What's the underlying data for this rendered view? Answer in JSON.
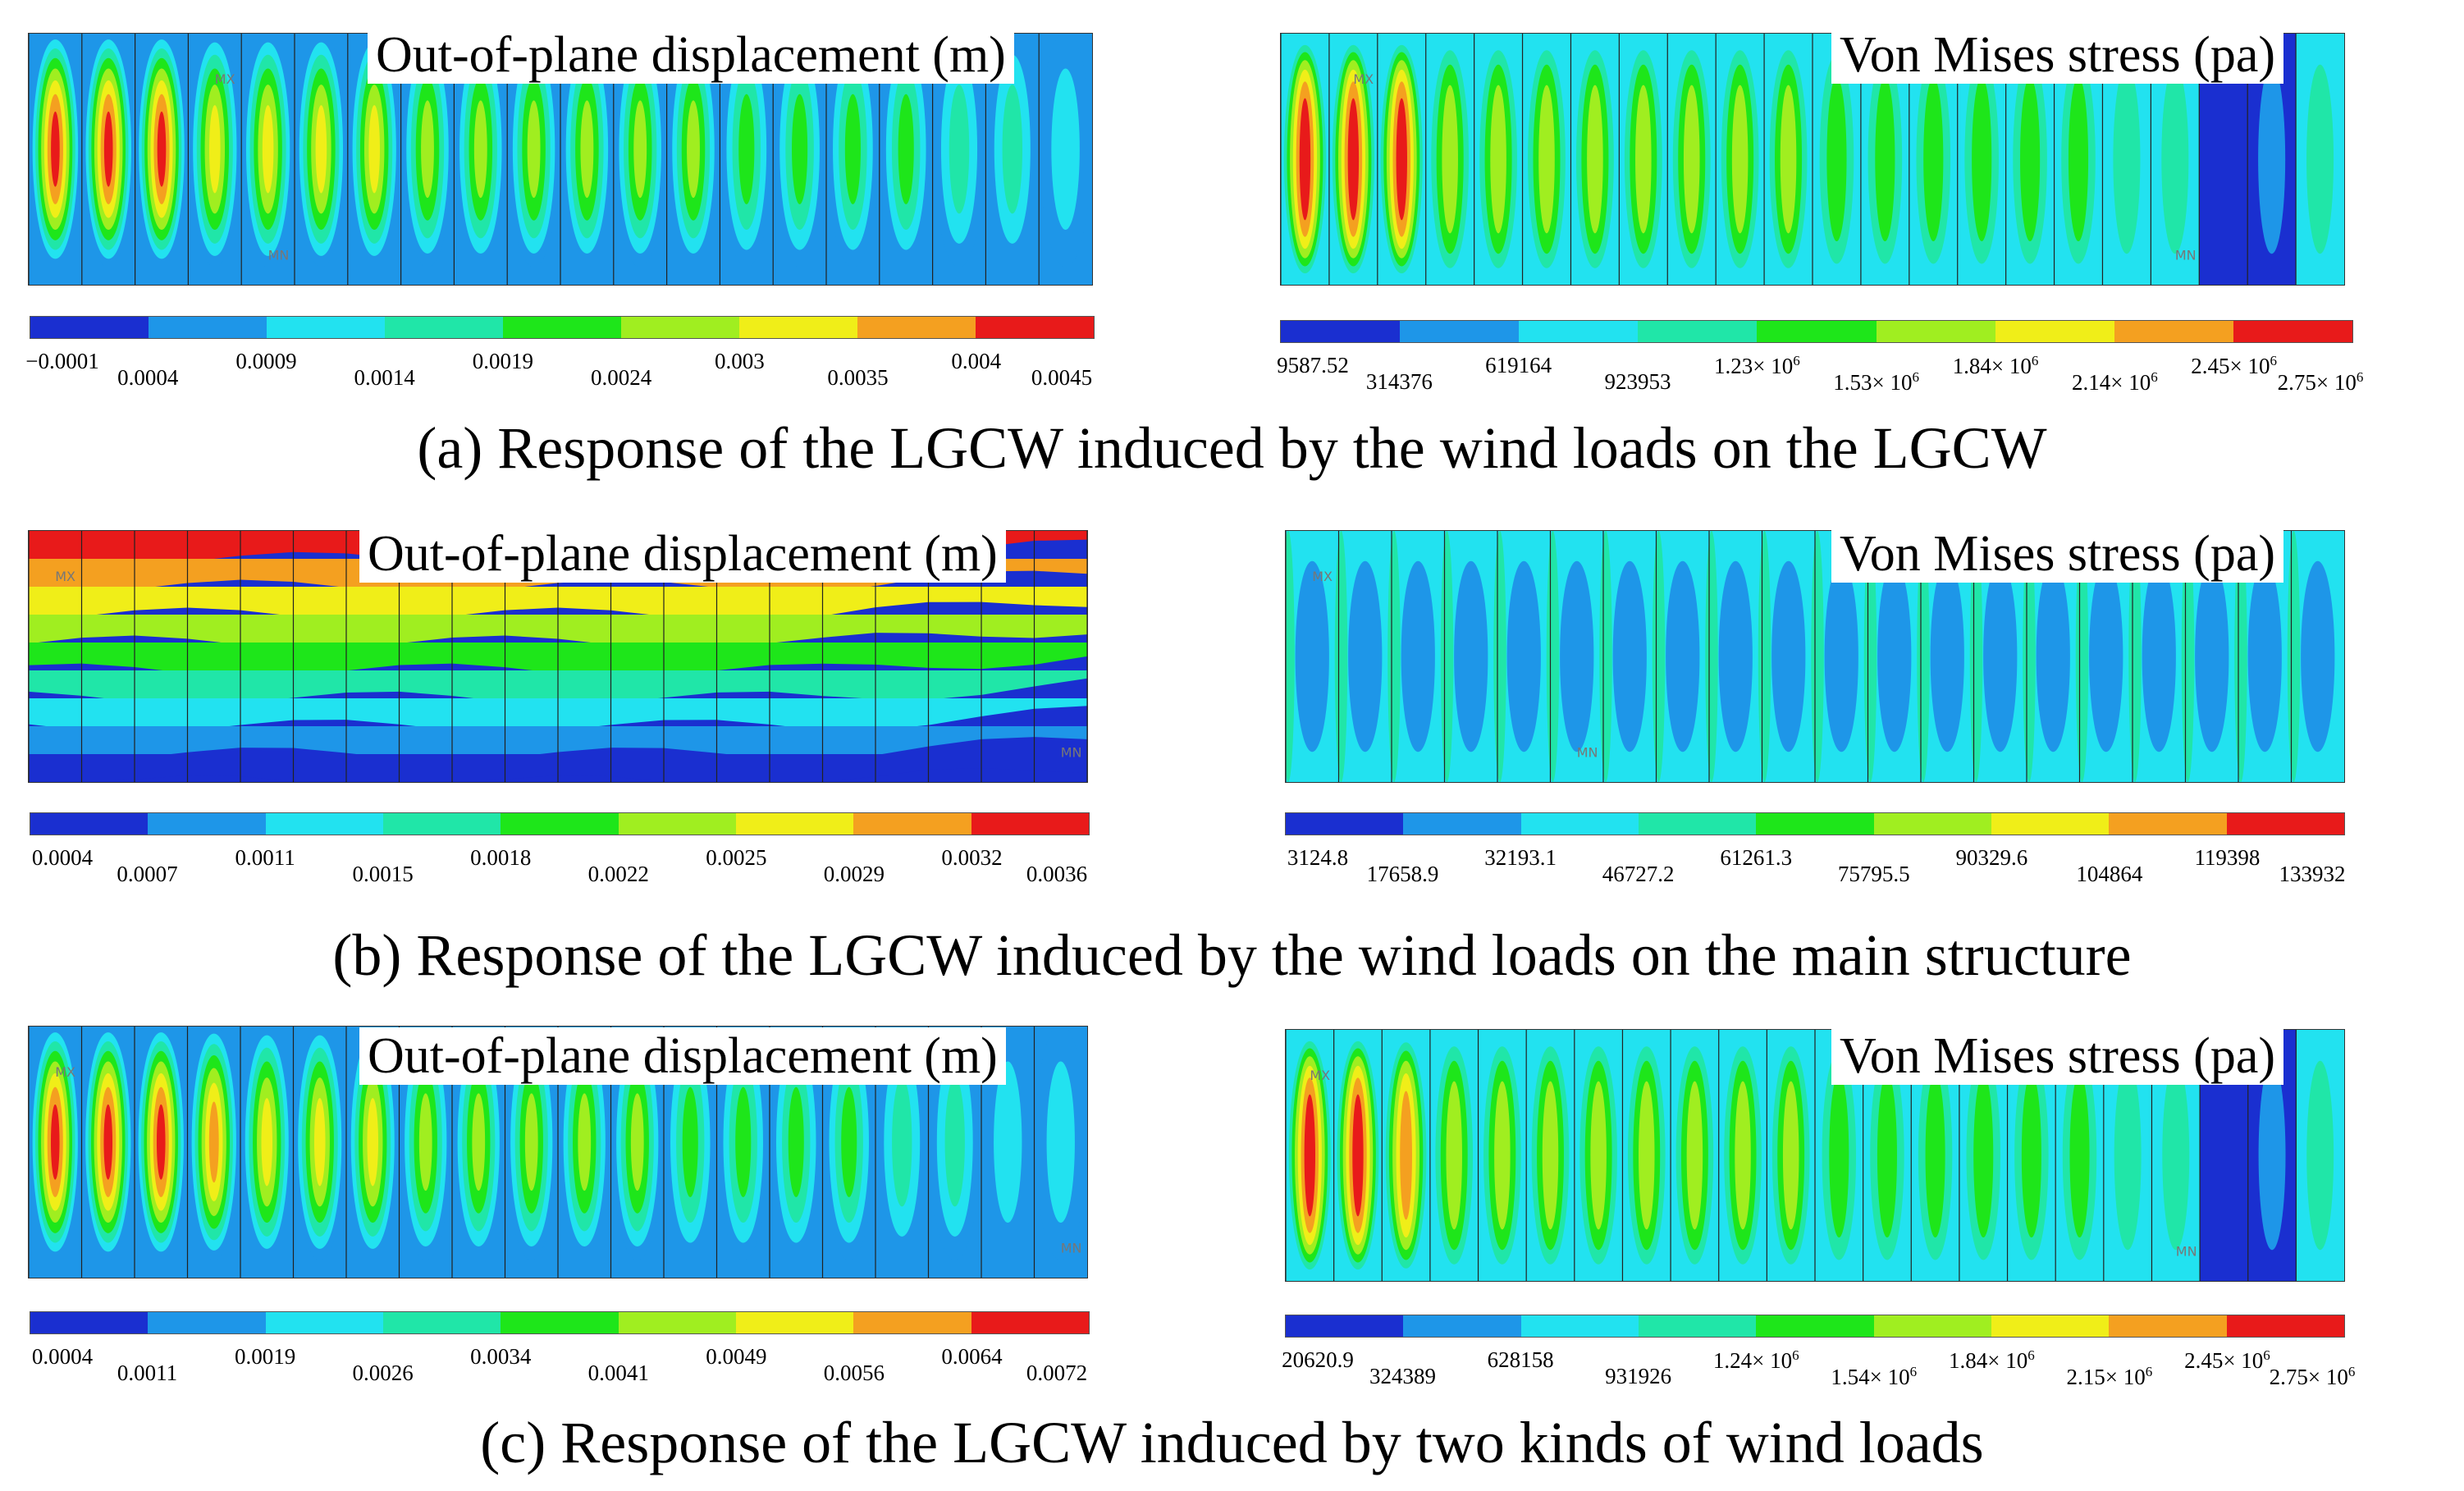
{
  "palette": [
    "#1a2fd0",
    "#1e96e8",
    "#22e2f0",
    "#20e6a8",
    "#1ee61a",
    "#a0ee20",
    "#f0ee18",
    "#f4a020",
    "#e81a1a"
  ],
  "rows": [
    {
      "caption": "(a) Response of the LGCW induced by the wind loads on the LGCW",
      "left": {
        "title": "Out-of-plane displacement (m)",
        "pattern": "lobes-decreasing",
        "peak_levels": [
          8.6,
          8.3,
          8.4,
          6.6,
          6.4,
          6.3,
          6.0,
          5.6,
          5.6,
          5.4,
          5.3,
          5.2,
          5.0,
          4.9,
          4.8,
          4.4,
          4.2,
          3.6,
          3.0,
          2.4
        ],
        "markers": [
          {
            "label": "MX",
            "col": 3
          },
          {
            "label": "MN",
            "col": 4
          }
        ],
        "ticks": [
          "−0.0001",
          "0.0004",
          "0.0009",
          "0.0014",
          "0.0019",
          "0.0024",
          "0.003",
          "0.0035",
          "0.004",
          "0.0045"
        ]
      },
      "right": {
        "title": "Von Mises stress (pa)",
        "pattern": "stress-strips",
        "peak_levels": [
          8.6,
          8.2,
          8.0,
          5.6,
          5.4,
          5.4,
          5.3,
          5.2,
          5.3,
          5.1,
          5.2,
          4.9,
          4.9,
          4.7,
          4.8,
          4.6,
          4.2,
          3.6,
          3.4,
          0.8,
          1.0,
          3.0
        ],
        "markers": [
          {
            "label": "MX",
            "col": 1
          },
          {
            "label": "MN",
            "col": 18
          }
        ],
        "ticks": [
          "9587.52",
          "314376",
          "619164",
          "923953",
          "1.23× 10^6",
          "1.53× 10^6",
          "1.84× 10^6",
          "2.14× 10^6",
          "2.45× 10^6",
          "2.75× 10^6"
        ]
      }
    },
    {
      "caption": "(b) Response of the LGCW induced by the wind loads on the main structure",
      "left": {
        "title": "Out-of-plane displacement (m)",
        "pattern": "horizontal-bands",
        "markers": [
          {
            "label": "MX",
            "col": 0
          },
          {
            "label": "MN",
            "col": 19
          }
        ],
        "ticks": [
          "0.0004",
          "0.0007",
          "0.0011",
          "0.0015",
          "0.0018",
          "0.0022",
          "0.0025",
          "0.0029",
          "0.0032",
          "0.0036"
        ]
      },
      "right": {
        "title": "Von Mises stress (pa)",
        "pattern": "stress-cells",
        "markers": [
          {
            "label": "MX",
            "col": 0
          },
          {
            "label": "MN",
            "col": 5
          }
        ],
        "ticks": [
          "3124.8",
          "17658.9",
          "32193.1",
          "46727.2",
          "61261.3",
          "75795.5",
          "90329.6",
          "104864",
          "119398",
          "133932"
        ]
      }
    },
    {
      "caption": "(c) Response of the LGCW induced by two kinds of wind loads",
      "left": {
        "title": "Out-of-plane displacement (m)",
        "pattern": "lobes-decreasing",
        "peak_levels": [
          8.2,
          8.0,
          8.3,
          7.0,
          6.7,
          6.5,
          6.1,
          5.8,
          5.6,
          5.4,
          5.2,
          5.0,
          4.9,
          4.6,
          4.4,
          4.0,
          3.7,
          3.2,
          2.7,
          2.2
        ],
        "markers": [
          {
            "label": "MX",
            "col": 0
          },
          {
            "label": "MN",
            "col": 19
          }
        ],
        "ticks": [
          "0.0004",
          "0.0011",
          "0.0019",
          "0.0026",
          "0.0034",
          "0.0041",
          "0.0049",
          "0.0056",
          "0.0064",
          "0.0072"
        ]
      },
      "right": {
        "title": "Von Mises stress (pa)",
        "pattern": "stress-strips",
        "peak_levels": [
          8.6,
          8.0,
          7.9,
          5.5,
          5.4,
          5.4,
          5.2,
          5.2,
          5.2,
          5.1,
          5.0,
          4.9,
          4.8,
          4.6,
          4.6,
          4.4,
          4.0,
          3.5,
          3.2,
          0.8,
          1.0,
          3.0
        ],
        "markers": [
          {
            "label": "MX",
            "col": 0
          },
          {
            "label": "MN",
            "col": 18
          }
        ],
        "ticks": [
          "20620.9",
          "324389",
          "628158",
          "931926",
          "1.24× 10^6",
          "1.54× 10^6",
          "1.84× 10^6",
          "2.15× 10^6",
          "2.45× 10^6",
          "2.75× 10^6"
        ]
      }
    }
  ]
}
